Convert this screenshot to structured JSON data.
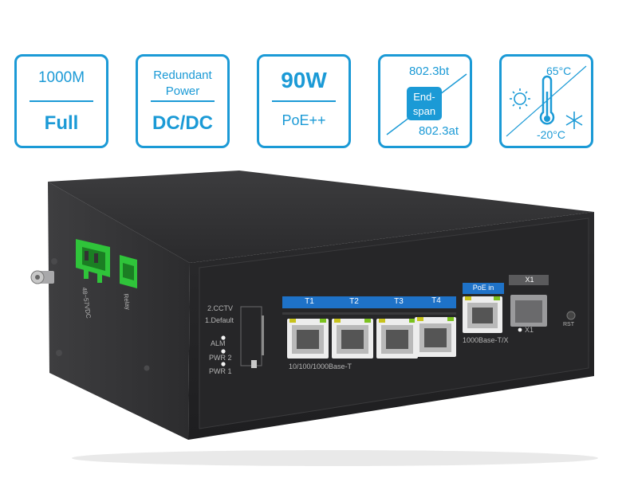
{
  "badges": {
    "speed": {
      "top": "1000M",
      "bottom": "Full"
    },
    "power": {
      "top_line1": "Redundant",
      "top_line2": "Power",
      "bottom": "DC/DC"
    },
    "poe": {
      "top": "90W",
      "bottom": "PoE++"
    },
    "standard": {
      "top": "802.3bt",
      "mid_line1": "End-",
      "mid_line2": "span",
      "bottom": "802.3at"
    },
    "temperature": {
      "top": "65°C",
      "bottom": "-20°C"
    }
  },
  "device": {
    "dip_labels": {
      "cctv": "2.CCTV",
      "default": "1.Default"
    },
    "leds": {
      "alm": "ALM",
      "pwr2": "PWR 2",
      "pwr1": "PWR 1"
    },
    "port_group": {
      "t1": "T1",
      "t2": "T2",
      "t3": "T3",
      "t4": "T4",
      "speed": "10/100/1000Base-T"
    },
    "poe_in": {
      "label": "PoE in",
      "speed": "1000Base-T/X"
    },
    "sfp": {
      "label": "X1",
      "sub": "X1"
    },
    "side": {
      "dc_label": "48~57VDC",
      "relay_label": "Relay"
    },
    "reset_label": "RST"
  },
  "colors": {
    "accent": "#1b9ad6",
    "chassis": "#2d2d2f",
    "connector": "#2fc43a",
    "port_label": "#1e72c8"
  }
}
